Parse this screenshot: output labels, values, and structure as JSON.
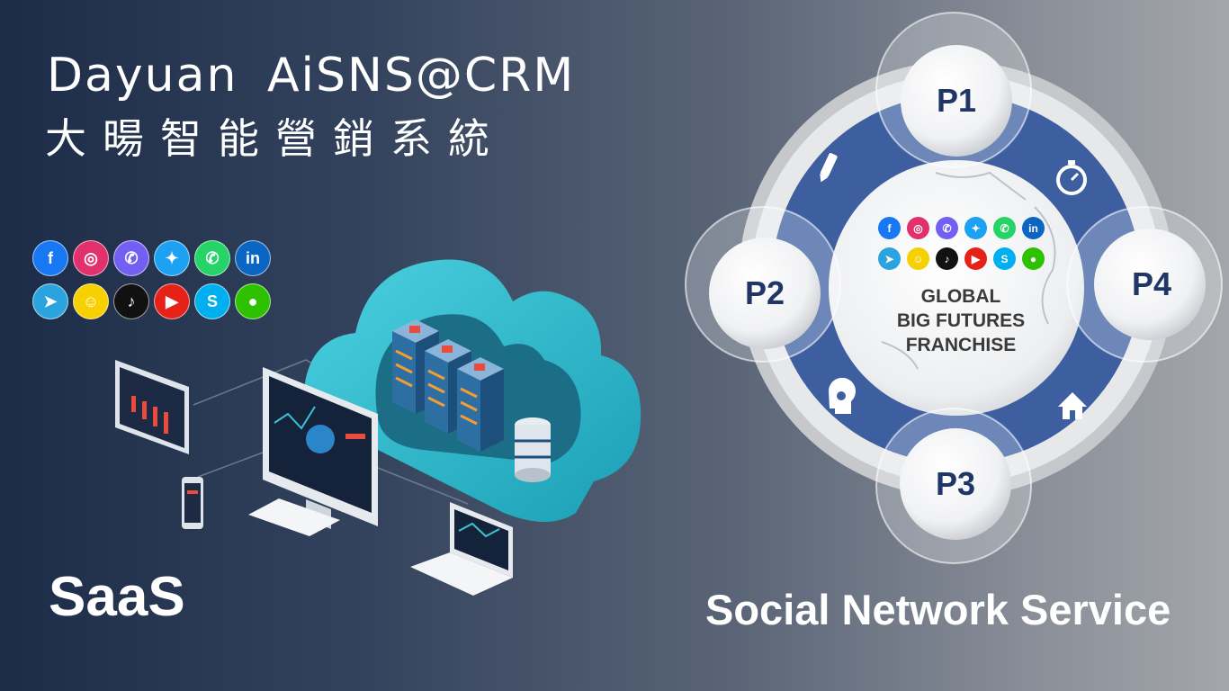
{
  "title_en": "Dayuan AiSNS@CRM",
  "title_zh": "大暘智能營銷系統",
  "saas_label": "SaaS",
  "sns_label": "Social Network Service",
  "center_text": [
    "GLOBAL",
    "BIG FUTURES",
    "FRANCHISE"
  ],
  "p_labels": {
    "p1": "P1",
    "p2": "P2",
    "p3": "P3",
    "p4": "P4"
  },
  "social_icons": [
    {
      "name": "facebook-icon",
      "glyph": "f",
      "color": "#1877f2"
    },
    {
      "name": "instagram-icon",
      "glyph": "◎",
      "color": "#e1306c"
    },
    {
      "name": "viber-icon",
      "glyph": "✆",
      "color": "#7360f2"
    },
    {
      "name": "twitter-icon",
      "glyph": "✦",
      "color": "#1da1f2"
    },
    {
      "name": "whatsapp-icon",
      "glyph": "✆",
      "color": "#25d366"
    },
    {
      "name": "linkedin-icon",
      "glyph": "in",
      "color": "#0a66c2"
    },
    {
      "name": "telegram-icon",
      "glyph": "➤",
      "color": "#2aa3df"
    },
    {
      "name": "snapchat-icon",
      "glyph": "☺",
      "color": "#f7d000"
    },
    {
      "name": "tiktok-icon",
      "glyph": "♪",
      "color": "#111111"
    },
    {
      "name": "youtube-icon",
      "glyph": "▶",
      "color": "#e62117"
    },
    {
      "name": "skype-icon",
      "glyph": "S",
      "color": "#00aff0"
    },
    {
      "name": "wechat-icon",
      "glyph": "●",
      "color": "#2dc100"
    }
  ],
  "colors": {
    "ring_blue": "#3d5fa0",
    "p_text": "#1f3666",
    "cloud_teal": "#3cc4d4",
    "center_text": "#3a3a3a"
  }
}
